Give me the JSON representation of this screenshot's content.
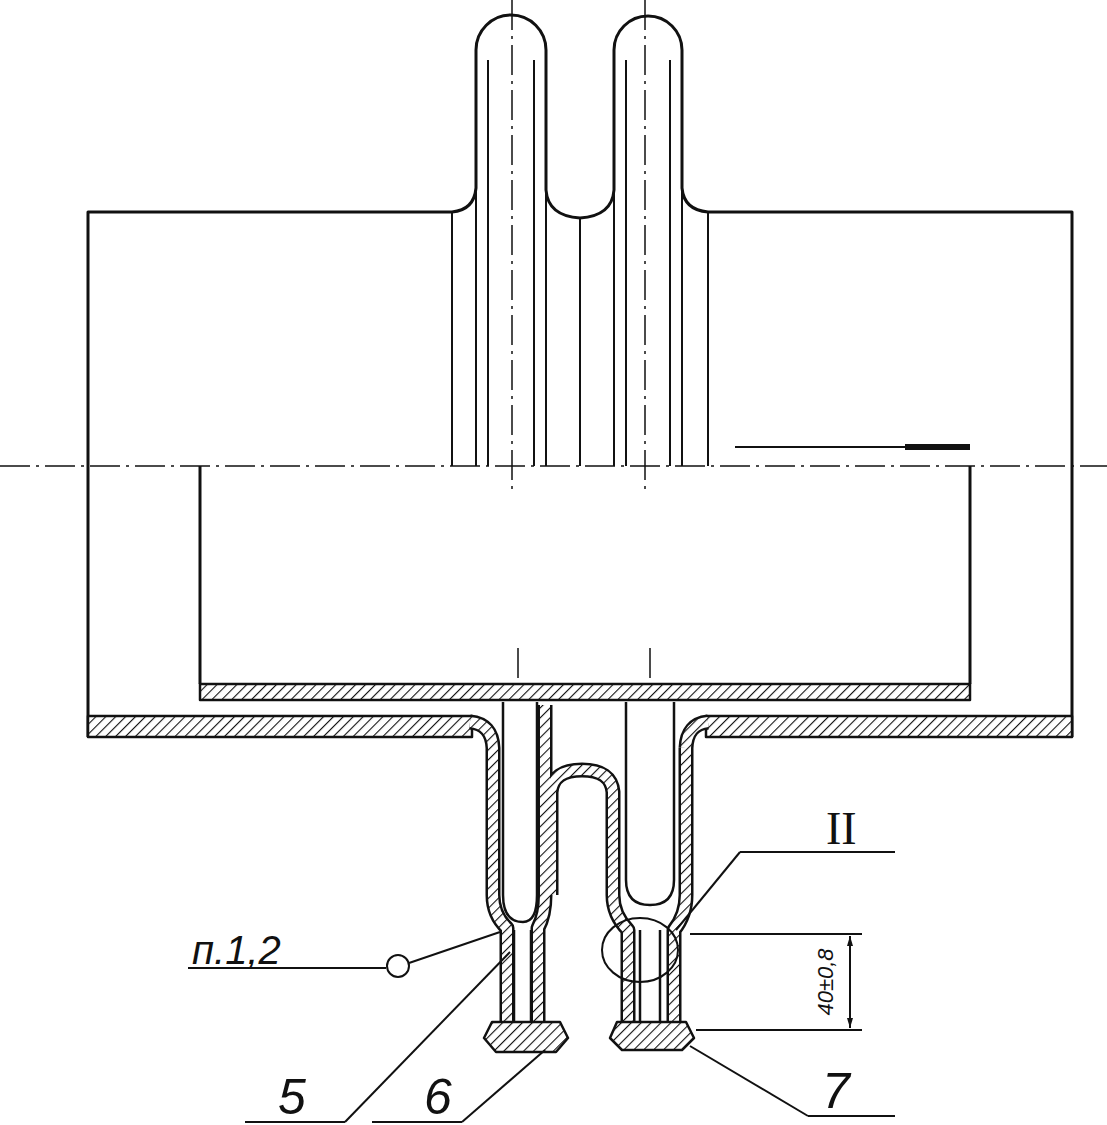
{
  "diagram": {
    "labels": [
      "п.1,2",
      "5",
      "6",
      "7",
      "II",
      "40±0,8"
    ]
  }
}
